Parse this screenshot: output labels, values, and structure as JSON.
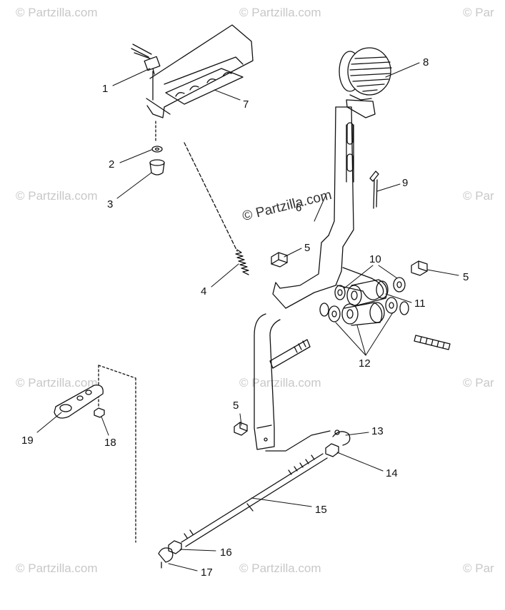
{
  "watermark": {
    "text": "© Partzilla.com",
    "text_short": "© Par"
  },
  "callouts": [
    "1",
    "2",
    "3",
    "4",
    "5",
    "5",
    "5",
    "5",
    "7",
    "8",
    "9",
    "10",
    "11",
    "12",
    "13",
    "14",
    "15",
    "16",
    "17",
    "18",
    "19",
    "6"
  ]
}
